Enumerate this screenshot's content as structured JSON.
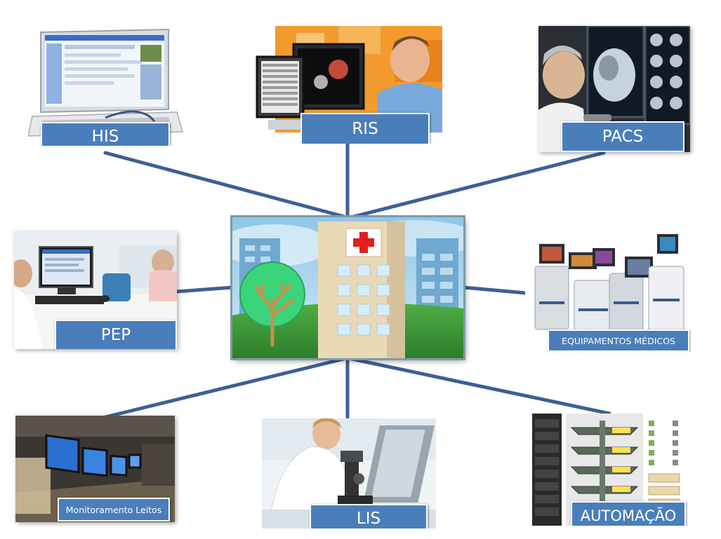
{
  "diagram": {
    "hub": {
      "icon": "hospital-building-icon"
    },
    "nodes": [
      {
        "id": "his",
        "label": "HIS",
        "icon": "laptop-screen-icon"
      },
      {
        "id": "ris",
        "label": "RIS",
        "icon": "radiology-workstation-icon"
      },
      {
        "id": "pacs",
        "label": "PACS",
        "icon": "imaging-monitors-icon"
      },
      {
        "id": "pep",
        "label": "PEP",
        "icon": "doctor-desk-computer-icon"
      },
      {
        "id": "equip",
        "label": "EQUIPAMENTOS MÉDICOS",
        "icon": "medical-equipment-icon"
      },
      {
        "id": "monit",
        "label": "Monitoramento Leitos",
        "icon": "control-room-monitors-icon"
      },
      {
        "id": "lis",
        "label": "LIS",
        "icon": "lab-microscope-icon"
      },
      {
        "id": "auto",
        "label": "AUTOMAÇÃO",
        "icon": "automation-panel-icon"
      }
    ],
    "colors": {
      "label_bg": "#4a7ebb",
      "connector": "#3f5f93",
      "hub_sky": "#a8d4ea",
      "hub_grass": "#3f9a3a",
      "cross": "#e41e1e"
    }
  }
}
